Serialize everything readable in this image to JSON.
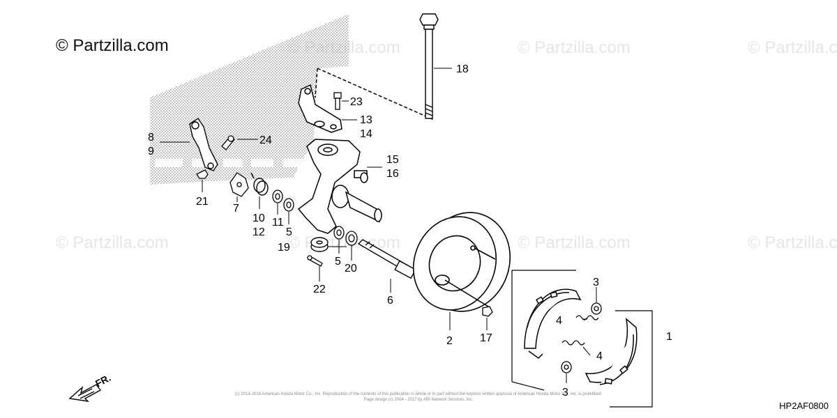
{
  "watermark": {
    "primary": "© Partzilla.com",
    "repeat": "© Partzilla.com"
  },
  "diagram_code": "HP2AF0800",
  "front_indicator": "FR.",
  "legal": {
    "line1": "(c) 2014-2018 American Honda Motor Co., Inc. Reproduction of the contents of this publication in whole or in part without the express written approval of American Honda Motor Co., Inc. is prohibited.",
    "line2": "Page design (c) 2004 - 2017 by ARI Network Services, Inc."
  },
  "callouts": [
    {
      "id": "c1",
      "label": "1"
    },
    {
      "id": "c2",
      "label": "2"
    },
    {
      "id": "c3a",
      "label": "3"
    },
    {
      "id": "c3b",
      "label": "3"
    },
    {
      "id": "c4a",
      "label": "4"
    },
    {
      "id": "c4b",
      "label": "4"
    },
    {
      "id": "c5a",
      "label": "5"
    },
    {
      "id": "c5b",
      "label": "5"
    },
    {
      "id": "c6",
      "label": "6"
    },
    {
      "id": "c7",
      "label": "7"
    },
    {
      "id": "c8",
      "label": "8"
    },
    {
      "id": "c9",
      "label": "9"
    },
    {
      "id": "c10",
      "label": "10"
    },
    {
      "id": "c11",
      "label": "11"
    },
    {
      "id": "c12",
      "label": "12"
    },
    {
      "id": "c13",
      "label": "13"
    },
    {
      "id": "c14",
      "label": "14"
    },
    {
      "id": "c15",
      "label": "15"
    },
    {
      "id": "c16",
      "label": "16"
    },
    {
      "id": "c17",
      "label": "17"
    },
    {
      "id": "c18",
      "label": "18"
    },
    {
      "id": "c19",
      "label": "19"
    },
    {
      "id": "c20",
      "label": "20"
    },
    {
      "id": "c21",
      "label": "21"
    },
    {
      "id": "c22",
      "label": "22"
    },
    {
      "id": "c23",
      "label": "23"
    },
    {
      "id": "c24",
      "label": "24"
    }
  ]
}
